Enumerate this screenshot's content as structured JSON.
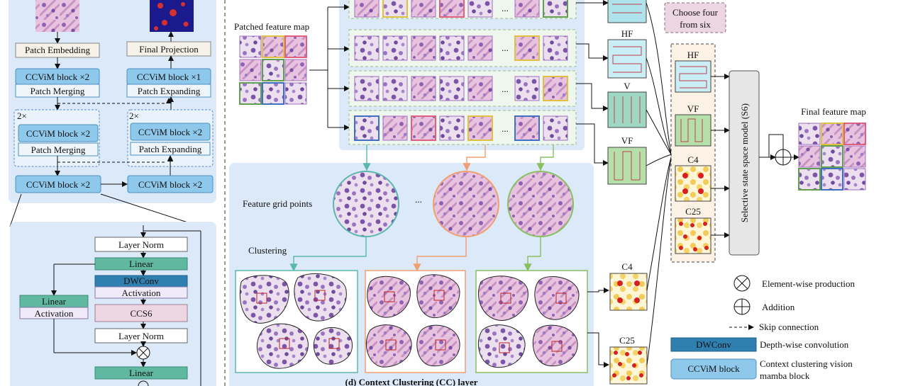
{
  "unet": {
    "patch_embedding": "Patch Embedding",
    "final_projection": "Final Projection",
    "enc1": "CCViM block ×2",
    "merge1": "Patch Merging",
    "dec1": "CCViM block ×1",
    "expand1": "Patch Expanding",
    "repeat_left": "2×",
    "enc2": "CCViM block ×2",
    "merge2": "Patch Merging",
    "repeat_right": "2×",
    "dec2": "CCViM block ×2",
    "expand2": "Patch Expanding",
    "bottom_left": "CCViM block  ×2",
    "bottom_right": "CCViM block  ×2"
  },
  "block": {
    "layer_norm_1": "Layer Norm",
    "linear_1": "Linear",
    "dwconv": "DWConv",
    "activation_1": "Activation",
    "ccs6": "CCS6",
    "layer_norm_2": "Layer Norm",
    "linear_2": "Linear",
    "linear_side": "Linear",
    "activation_side": "Activation"
  },
  "scan": {
    "patched_label": "Patched feature map",
    "ellipsis": "...",
    "hf": "HF",
    "v": "V",
    "vf": "VF",
    "c4": "C4",
    "c25": "C25",
    "choose": [
      "Choose four",
      "from six"
    ],
    "sel_hf": "HF",
    "sel_vf": "VF",
    "sel_c4": "C4",
    "sel_c25": "C25",
    "s6": "Selective state space model (S6)",
    "final_label": "Final feature map"
  },
  "cc": {
    "grid_label": "Feature grid points",
    "clustering_label": "Clustering",
    "ellipsis": "...",
    "title": "(d)  Context Clustering (CC) layer"
  },
  "legend": {
    "element_wise": "Element-wise production",
    "addition": "Addition",
    "skip": "Skip connection",
    "dwconv_box": "DWConv",
    "dwconv_text": "Depth-wise convolution",
    "ccvim_box": "CCViM block",
    "ccvim_text": [
      "Context clustering vision",
      "mamba block"
    ]
  },
  "colors": {
    "panel_blue": "#dbe9f8",
    "block_blue": "#8ec8ea",
    "teal": "#5fb89f",
    "dwconv_blue": "#2f7fb0",
    "lavender": "#efeaf7",
    "pink_box": "#ecd6e2",
    "tissue_pink": "#d9a7cf",
    "tissue_purple": "#8f62b4"
  }
}
